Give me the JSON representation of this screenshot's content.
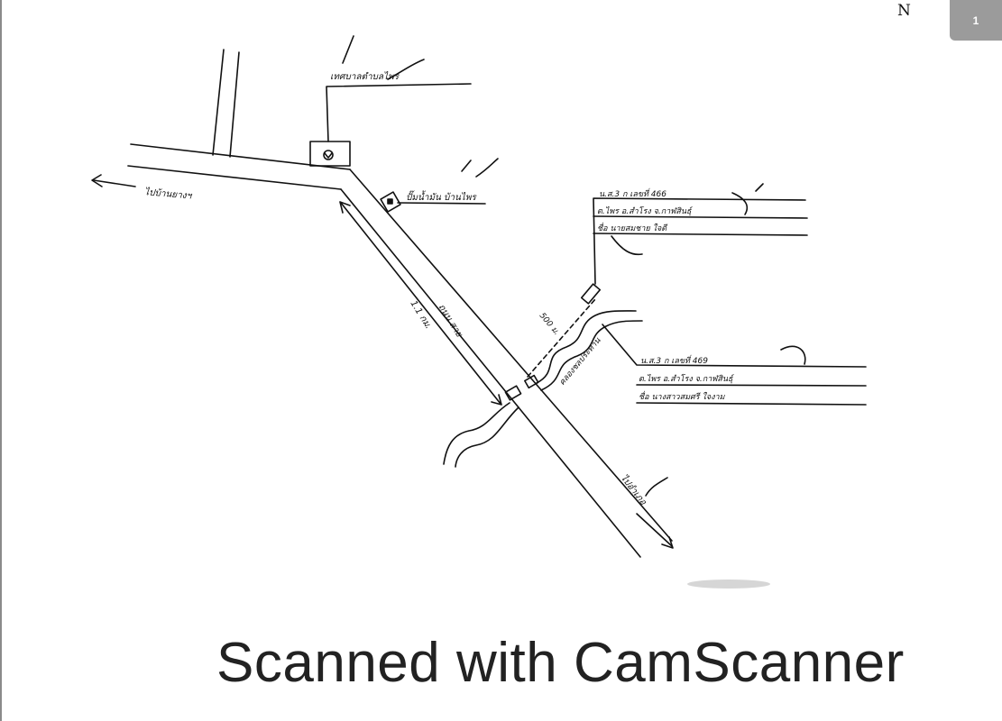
{
  "page_badge": "1",
  "north_label": "N",
  "labels": {
    "west_arrow": "ไปบ้านยางฯ",
    "municipality": "เทศบาลตำบลไพร",
    "gas_station": "ปั๊มน้ำมัน บ้านไพร",
    "road_name": "ถนน สาย",
    "distance": "1.1 กม.",
    "sub_distance": "500 ม.",
    "canal": "คลองชลประทาน",
    "south_arrow": "ไปอำเภอ"
  },
  "parcel_a": {
    "line1": "น.ส.3 ก เลขที่ 466",
    "line2": "ต.ไพร อ.สำโรง จ.กาฬสินธุ์",
    "line3": "ชื่อ นายสมชาย ใจดี"
  },
  "parcel_b": {
    "line1": "น.ส.3 ก เลขที่ 469",
    "line2": "ต.ไพร อ.สำโรง จ.กาฬสินธุ์",
    "line3": "ชื่อ นางสาวสมศรี ใจงาม"
  },
  "footer": "Scanned with CamScanner"
}
